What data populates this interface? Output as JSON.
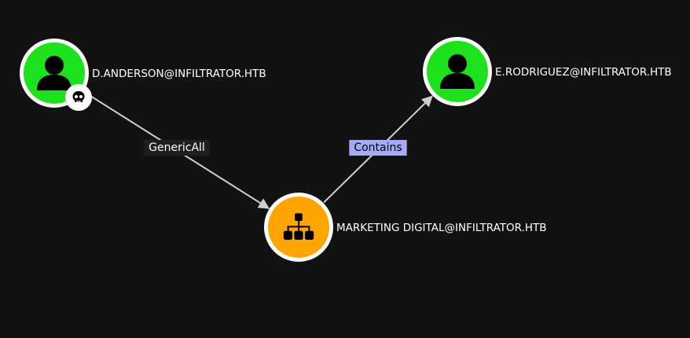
{
  "graph": {
    "background": "#121212",
    "nodes": [
      {
        "id": "d_anderson",
        "label": "D.ANDERSON@INFILTRATOR.HTB",
        "type": "user",
        "icon": "user-icon",
        "fill": "#1ce11c",
        "owned": true,
        "badge_icon": "skull-icon"
      },
      {
        "id": "e_rodriguez",
        "label": "E.RODRIGUEZ@INFILTRATOR.HTB",
        "type": "user",
        "icon": "user-icon",
        "fill": "#1ce11c",
        "owned": false
      },
      {
        "id": "marketing_digital",
        "label": "MARKETING DIGITAL@INFILTRATOR.HTB",
        "type": "ou",
        "icon": "org-unit-icon",
        "fill": "#ffa500",
        "owned": false
      }
    ],
    "edges": [
      {
        "from": "d_anderson",
        "to": "marketing_digital",
        "label": "GenericAll",
        "label_bg": "#1f1f1f",
        "label_color": "#ffffff"
      },
      {
        "from": "marketing_digital",
        "to": "e_rodriguez",
        "label": "Contains",
        "label_bg": "#a6a9f5",
        "label_color": "#000000"
      }
    ]
  }
}
